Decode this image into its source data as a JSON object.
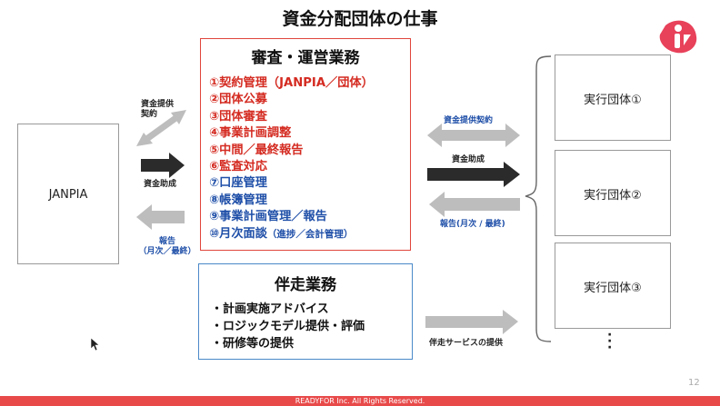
{
  "title": "資金分配団体の仕事",
  "janpia": {
    "label": "JANPIA"
  },
  "left_arrows": {
    "top_label_line1": "資金提供",
    "top_label_line2": "契約",
    "mid_label": "資金助成",
    "bottom_label_line1": "報告",
    "bottom_label_line2": "（月次／最終）"
  },
  "review": {
    "title": "審査・運営業務",
    "items": [
      {
        "text": "①契約管理（JANPIA／団体）",
        "small": "",
        "color": "#d42b21"
      },
      {
        "text": "②団体公募",
        "small": "",
        "color": "#d42b21"
      },
      {
        "text": "③団体審査",
        "small": "",
        "color": "#d42b21"
      },
      {
        "text": "④事業計画調整",
        "small": "",
        "color": "#d42b21"
      },
      {
        "text": "⑤中間／最終報告",
        "small": "",
        "color": "#d42b21"
      },
      {
        "text": "⑥監査対応",
        "small": "",
        "color": "#d42b21"
      },
      {
        "text": "⑦口座管理",
        "small": "",
        "color": "#1f4fa8"
      },
      {
        "text": "⑧帳簿管理",
        "small": "",
        "color": "#1f4fa8"
      },
      {
        "text": "⑨事業計画管理／報告",
        "small": "",
        "color": "#1f4fa8"
      },
      {
        "text": "⑩月次面談",
        "small": "（進捗／会計管理）",
        "color": "#1f4fa8"
      }
    ]
  },
  "support": {
    "title": "伴走業務",
    "items": [
      "・計画実施アドバイス",
      "・ロジックモデル提供・評価",
      "・研修等の提供"
    ]
  },
  "right_arrows": {
    "top_label": "資金提供契約",
    "mid_label": "資金助成",
    "bottom_label": "報告(月次 / 最終)",
    "support_label": "伴走サービスの提供"
  },
  "exec_groups": [
    {
      "label": "実行団体①"
    },
    {
      "label": "実行団体②"
    },
    {
      "label": "実行団体③"
    }
  ],
  "page_number": "12",
  "footer": "READYFOR Inc. All Rights Reserved.",
  "colors": {
    "red": "#d42b21",
    "blue": "#1f4fa8",
    "review_border": "#e0453c",
    "support_border": "#4a89c8",
    "arrow_gray": "#bdbdbd",
    "arrow_dark": "#2b2b2b",
    "footer_bar": "#e84a4a",
    "logo": "#e8415a"
  }
}
